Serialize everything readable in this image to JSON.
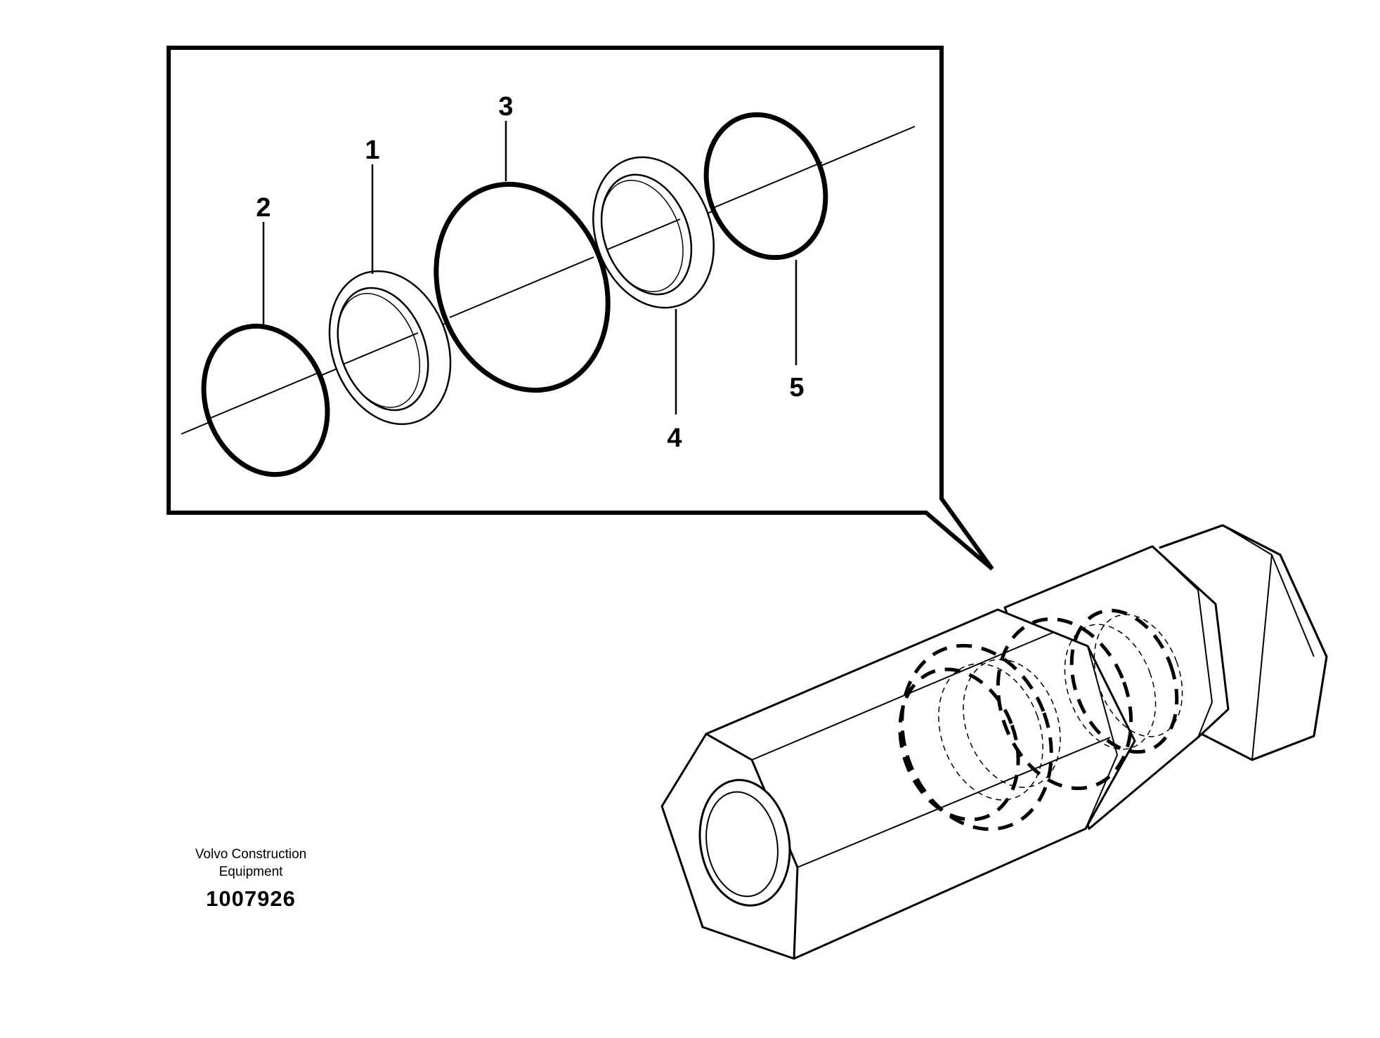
{
  "callouts": [
    {
      "id": "1",
      "label": "1"
    },
    {
      "id": "2",
      "label": "2"
    },
    {
      "id": "3",
      "label": "3"
    },
    {
      "id": "4",
      "label": "4"
    },
    {
      "id": "5",
      "label": "5"
    }
  ],
  "footer": {
    "brand_line1": "Volvo Construction",
    "brand_line2": "Equipment",
    "document_number": "1007926"
  }
}
